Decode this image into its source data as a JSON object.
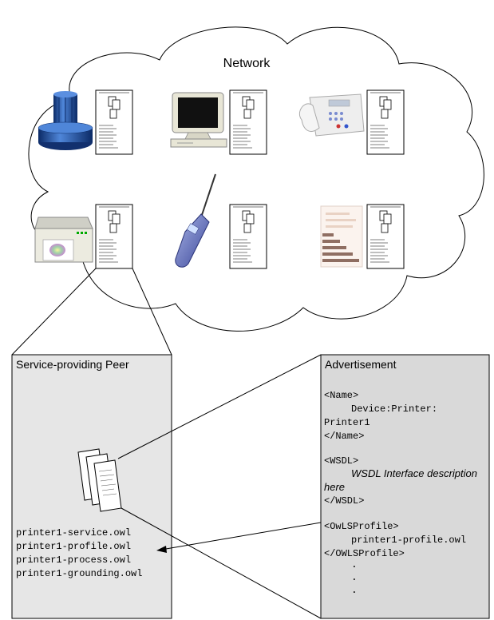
{
  "network": {
    "label": "Network"
  },
  "mini_doc": {
    "header": "Service-providing Peer",
    "lines_full": [
      "printer1...",
      "service.owl",
      "printer1...",
      "profile.owl",
      "printer1...",
      "process.owl",
      "printer1...",
      "grounding.owl"
    ],
    "lines_short": [
      "printer1...",
      "service.owl",
      "printer1...",
      "profile.owl",
      "printer1...",
      "process.owl",
      "printer1...",
      "grounding.owl"
    ]
  },
  "devices": [
    {
      "name": "mainframe"
    },
    {
      "name": "desktop-computer"
    },
    {
      "name": "fax-phone"
    },
    {
      "name": "printer"
    },
    {
      "name": "mobile-phone"
    },
    {
      "name": "printed-document"
    }
  ],
  "peer_panel": {
    "title": "Service-providing Peer",
    "files": [
      "printer1-service.owl",
      "printer1-profile.owl",
      "printer1-process.owl",
      "printer1-grounding.owl"
    ]
  },
  "advertisement": {
    "title": "Advertisement",
    "name_open": "<Name>",
    "name_value_1": "Device:Printer:",
    "name_value_2": "Printer1",
    "name_close": "</Name>",
    "wsdl_open": "<WSDL>",
    "wsdl_value_1": "WSDL Interface description",
    "wsdl_value_2": "here",
    "wsdl_close": "</WSDL>",
    "owls_open": "<OwLSProfile>",
    "owls_value": "printer1-profile.owl",
    "owls_close": "</OWLSProfile>",
    "ellipsis": "."
  },
  "colors": {
    "panel_bg": "#d9d9d9",
    "stroke": "#000000",
    "mainframe_blue": "#1f4fa0"
  }
}
